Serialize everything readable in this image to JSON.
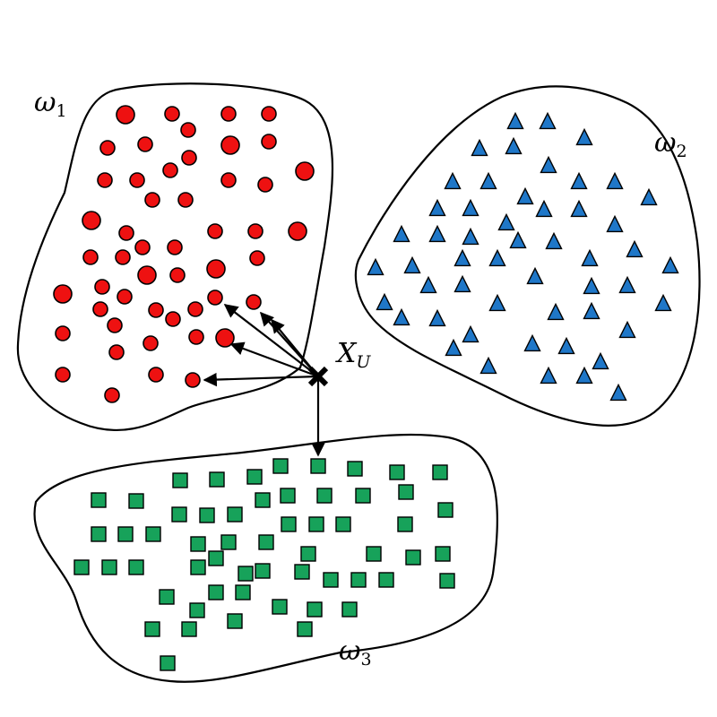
{
  "labels": {
    "class1": {
      "symbol": "ω",
      "index": "1"
    },
    "class2": {
      "symbol": "ω",
      "index": "2"
    },
    "class3": {
      "symbol": "ω",
      "index": "3"
    },
    "query": {
      "symbol": "X",
      "index": "U"
    }
  },
  "colors": {
    "class1": "#ee1111",
    "class2": "#1f77c8",
    "class3": "#17a25a",
    "outline": "#000000"
  },
  "icons": {
    "class1_marker": "circle",
    "class2_marker": "triangle",
    "class3_marker": "square",
    "query_marker": "x-cross",
    "neighbor_link": "arrow"
  },
  "nearest_neighbor_count": 6
}
